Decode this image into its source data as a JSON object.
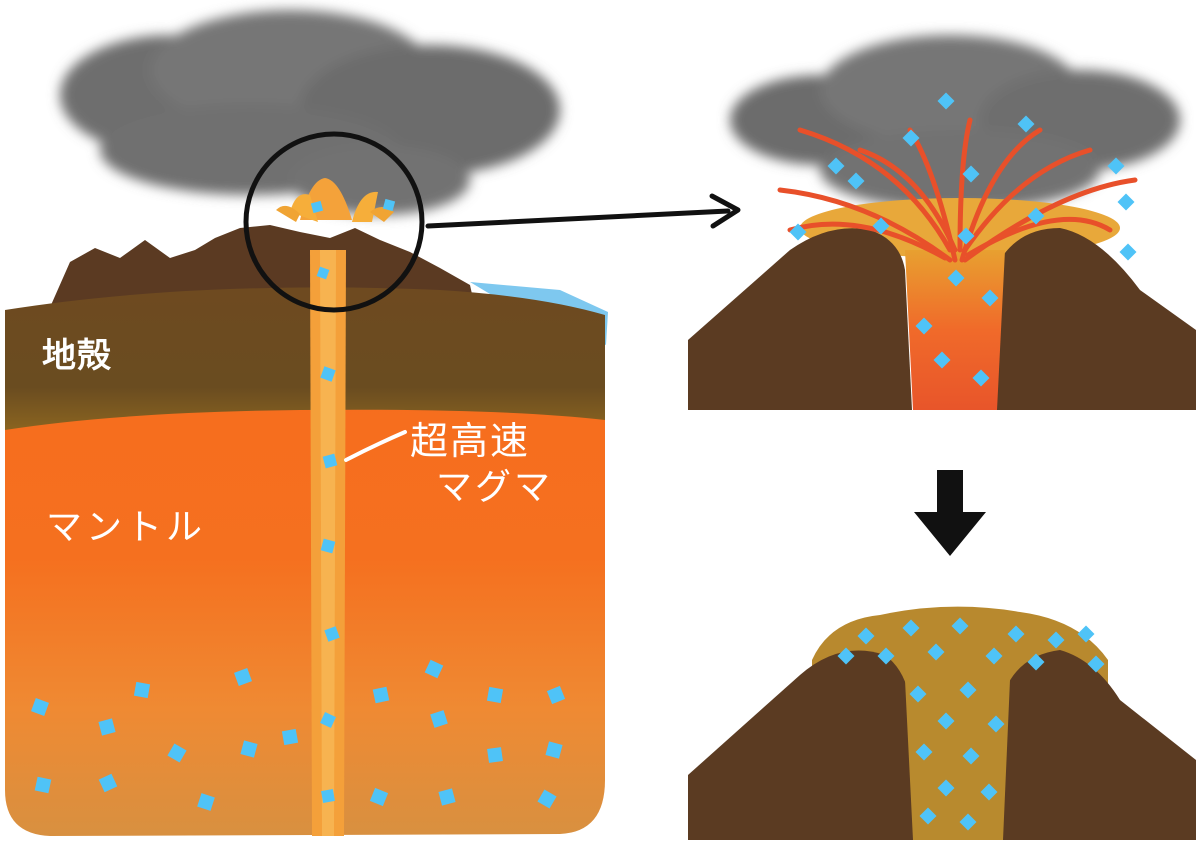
{
  "labels": {
    "crust": "地殻",
    "mantle": "マントル",
    "magma_line1": "超高速",
    "magma_line2": "マグマ"
  },
  "colors": {
    "ash_cloud": "#7a7a7a",
    "crust": "#6b4a22",
    "mountain": "#5a3a22",
    "mantle": "#f26a22",
    "mantle_deep": "#e08a3a",
    "magma": "#f5a23a",
    "ice_blue": "#4fc3f7",
    "deposit": "#b8892e",
    "water": "#7ec8ef"
  },
  "icons": [
    "eruption-circle-icon",
    "arrow-right-icon",
    "arrow-down-icon"
  ]
}
